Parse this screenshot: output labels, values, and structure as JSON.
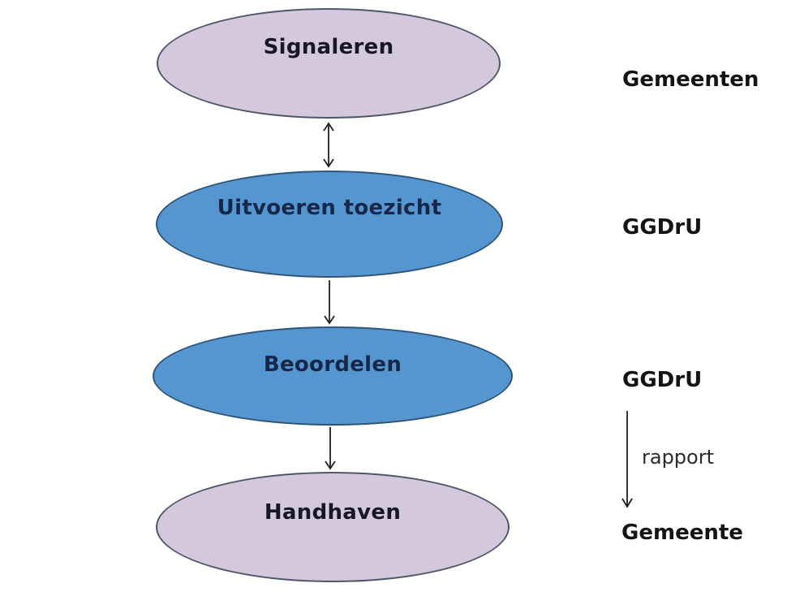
{
  "diagram": {
    "background_color": "#ffffff",
    "nodes": [
      {
        "id": "signaleren",
        "label": "Signaleren",
        "shape": "ellipse",
        "fill": "#d4c8dc",
        "border": "#4e586b",
        "text_color": "#17172a"
      },
      {
        "id": "uitvoeren-toezicht",
        "label": "Uitvoeren toezicht",
        "shape": "ellipse",
        "fill": "#5596d1",
        "border": "#2e5579",
        "text_color": "#16284a"
      },
      {
        "id": "beoordelen",
        "label": "Beoordelen",
        "shape": "ellipse",
        "fill": "#5596d1",
        "border": "#2e5579",
        "text_color": "#16284a"
      },
      {
        "id": "handhaven",
        "label": "Handhaven",
        "shape": "ellipse",
        "fill": "#d4c8dc",
        "border": "#4e586b",
        "text_color": "#17172a"
      }
    ],
    "side_labels": [
      {
        "text": "Gemeenten",
        "for_node": "signaleren"
      },
      {
        "text": "GGDrU",
        "for_node": "uitvoeren-toezicht"
      },
      {
        "text": "GGDrU",
        "for_node": "beoordelen"
      },
      {
        "text": "Gemeente",
        "for_node": "handhaven"
      }
    ],
    "arrows": [
      {
        "from": "Signaleren",
        "to": "Uitvoeren toezicht",
        "style": "double-headed",
        "label": ""
      },
      {
        "from": "Uitvoeren toezicht",
        "to": "Beoordelen",
        "style": "single",
        "label": ""
      },
      {
        "from": "Beoordelen",
        "to": "Handhaven",
        "style": "single",
        "label": ""
      },
      {
        "from": "GGDrU",
        "to": "Gemeente",
        "style": "single",
        "label": "rapport"
      }
    ],
    "arrow_color": "#1f1f1f"
  }
}
